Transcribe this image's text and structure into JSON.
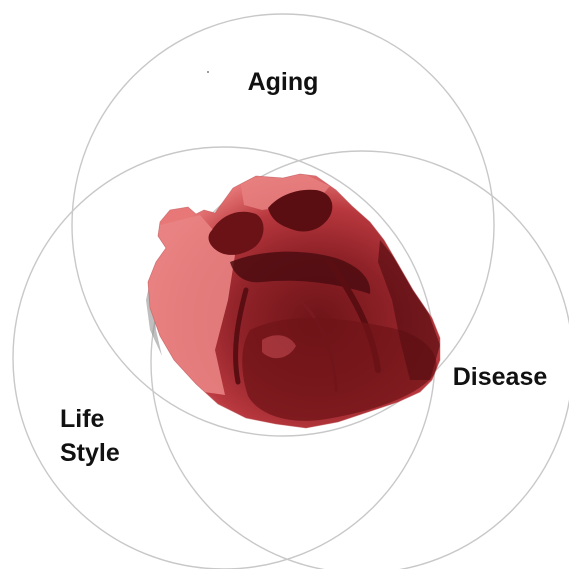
{
  "labels": {
    "top": "Aging",
    "right": "Disease",
    "left_line1": "Life",
    "left_line2": "Style"
  },
  "colors": {
    "circle_stroke": "#c8c8c8",
    "heart_base": "#e87878",
    "heart_mid": "#b8383e",
    "heart_dark": "#6e1418",
    "heart_shadow": "#4c0c10",
    "label_text": "#111111"
  },
  "icons": {
    "center_image": "heart-illustration"
  }
}
